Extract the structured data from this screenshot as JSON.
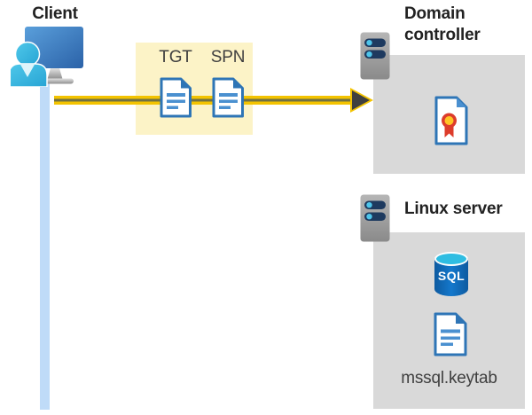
{
  "client": {
    "label": "Client"
  },
  "tickets": {
    "tgt": "TGT",
    "spn": "SPN"
  },
  "domain_controller": {
    "title": "Domain controller"
  },
  "linux_server": {
    "title": "Linux server",
    "sql_badge": "SQL",
    "keytab_file": "mssql.keytab"
  },
  "colors": {
    "yellow_panel": "#fcf3c7",
    "arrow_yellow": "#f3c300",
    "arrow_core_olive": "#6f7045",
    "arrowhead_dark": "#3f4040",
    "panel_gray": "#d9d9d9",
    "connection_line_blue": "#bfdbf8",
    "doc_border_blue": "#2e75b6",
    "doc_line_blue": "#4a90d0",
    "monitor_blue": "#3a7cc2",
    "person_cyan": "#3fc0e6",
    "server_gray": "#9e9e9e",
    "server_bar_navy": "#1e3a5f",
    "server_dot_cyan": "#4ec5ea",
    "certificate_red": "#dd3c2b",
    "certificate_gold": "#ffc425",
    "sql_body_blue": "#0d5aa0",
    "sql_top_cyan": "#2fbde2",
    "text_dark": "#222222",
    "text_gray": "#3f3f3f"
  }
}
